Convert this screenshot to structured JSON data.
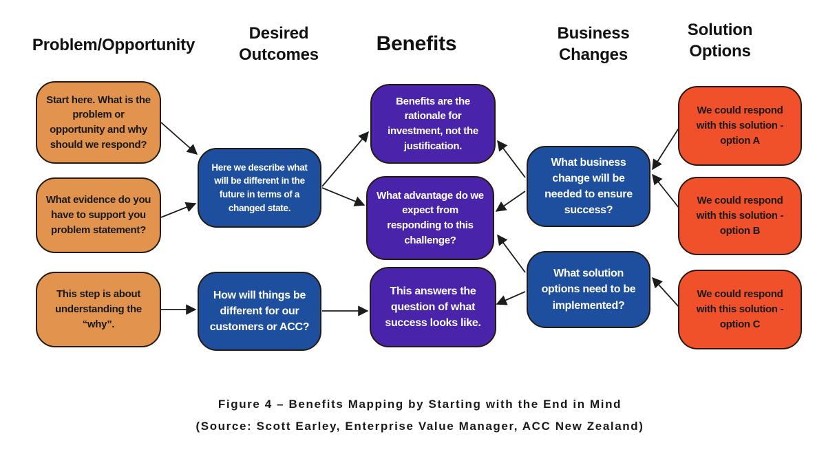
{
  "headers": {
    "problem": "Problem/Opportunity",
    "outcomes": "Desired Outcomes",
    "benefits": "Benefits",
    "changes": "Business Changes",
    "solutions": "Solution Options"
  },
  "boxes": {
    "problem1": "Start here. What is the problem or opportunity and why should we respond?",
    "problem2": "What evidence do you have to support you problem statement?",
    "problem3": "This step is about understanding the “why”.",
    "outcome1": "Here we describe what will be different in the future in terms of a changed state.",
    "outcome2": "How will things be different for our customers or ACC?",
    "benefit1": "Benefits are the rationale for investment, not the justification.",
    "benefit2": "What advantage do we expect from responding to this challenge?",
    "benefit3": "This answers the question of what success looks like.",
    "change1": "What business change will be needed to ensure success?",
    "change2": "What solution options need to be implemented?",
    "solution1": "We could respond with this solution - option A",
    "solution2": "We could respond with this solution - option B",
    "solution3": "We could respond with this solution - option C"
  },
  "caption": {
    "line1": "Figure 4 – Benefits Mapping by Starting with the End in Mind",
    "line2": "(Source: Scott Earley, Enterprise Value Manager, ACC New Zealand)"
  },
  "colors": {
    "problem_fill": "#E2944E",
    "outcome_fill": "#1E4F9E",
    "benefit_fill": "#4A23AB",
    "change_fill": "#1E4F9E",
    "solution_fill": "#F1512A",
    "box_border": "#241A10",
    "arrow": "#1C1C1C",
    "text_dark": "#1A1A1A",
    "text_light": "#FFFFFF"
  }
}
